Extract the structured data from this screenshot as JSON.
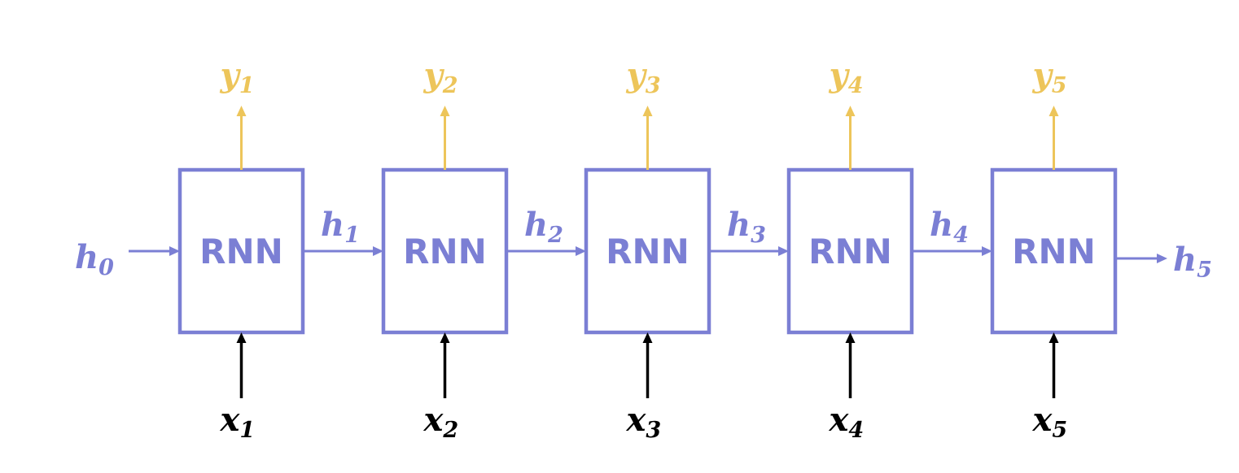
{
  "colors": {
    "cell": "#7b7fd4",
    "hidden": "#7b7fd4",
    "output": "#edc55a",
    "input": "#000000",
    "background": "#ffffff"
  },
  "diagram": {
    "initial_hidden": {
      "symbol": "h",
      "sub": "0"
    },
    "cells": [
      {
        "label": "RNN",
        "input": {
          "symbol": "x",
          "sub": "1"
        },
        "output": {
          "symbol": "y",
          "sub": "1"
        },
        "hidden": {
          "symbol": "h",
          "sub": "1"
        }
      },
      {
        "label": "RNN",
        "input": {
          "symbol": "x",
          "sub": "2"
        },
        "output": {
          "symbol": "y",
          "sub": "2"
        },
        "hidden": {
          "symbol": "h",
          "sub": "2"
        }
      },
      {
        "label": "RNN",
        "input": {
          "symbol": "x",
          "sub": "3"
        },
        "output": {
          "symbol": "y",
          "sub": "3"
        },
        "hidden": {
          "symbol": "h",
          "sub": "3"
        }
      },
      {
        "label": "RNN",
        "input": {
          "symbol": "x",
          "sub": "4"
        },
        "output": {
          "symbol": "y",
          "sub": "4"
        },
        "hidden": {
          "symbol": "h",
          "sub": "4"
        }
      },
      {
        "label": "RNN",
        "input": {
          "symbol": "x",
          "sub": "5"
        },
        "output": {
          "symbol": "y",
          "sub": "5"
        },
        "hidden": {
          "symbol": "h",
          "sub": "5"
        }
      }
    ]
  }
}
